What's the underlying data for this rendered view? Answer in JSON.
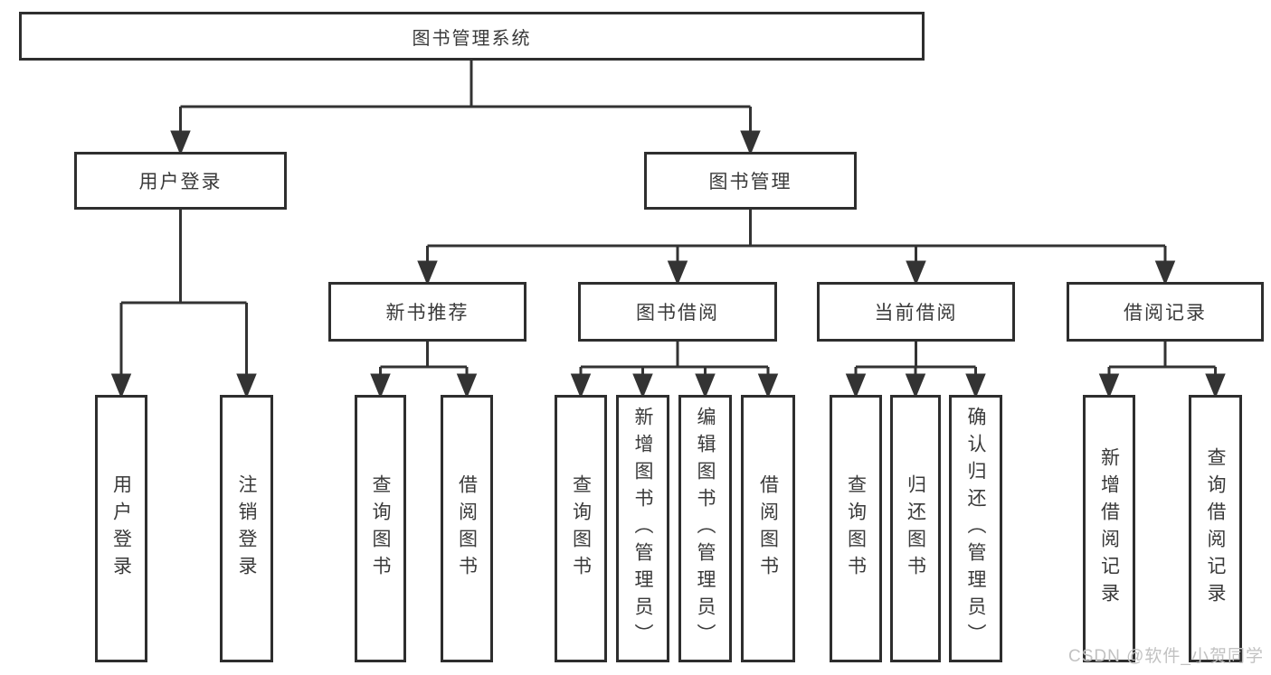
{
  "tree": {
    "label": "图书管理系统",
    "children": [
      {
        "label": "用户登录",
        "children": [
          {
            "label": "用户登录"
          },
          {
            "label": "注销登录"
          }
        ]
      },
      {
        "label": "图书管理",
        "children": [
          {
            "label": "新书推荐",
            "children": [
              {
                "label": "查询图书"
              },
              {
                "label": "借阅图书"
              }
            ]
          },
          {
            "label": "图书借阅",
            "children": [
              {
                "label": "查询图书"
              },
              {
                "label": "新增图书（管理员）"
              },
              {
                "label": "编辑图书（管理员）"
              },
              {
                "label": "借阅图书"
              }
            ]
          },
          {
            "label": "当前借阅",
            "children": [
              {
                "label": "查询图书"
              },
              {
                "label": "归还图书"
              },
              {
                "label": "确认归还（管理员）"
              }
            ]
          },
          {
            "label": "借阅记录",
            "children": [
              {
                "label": "新增借阅记录"
              },
              {
                "label": "查询借阅记录"
              }
            ]
          }
        ]
      }
    ]
  },
  "watermark": {
    "text": "CSDN @软件_小贺同学"
  },
  "colors": {
    "line": "#333333",
    "box_border": "#2e2e2e",
    "text": "#3a3a3a",
    "background": "#ffffff",
    "watermark": "#c2c2c2"
  }
}
